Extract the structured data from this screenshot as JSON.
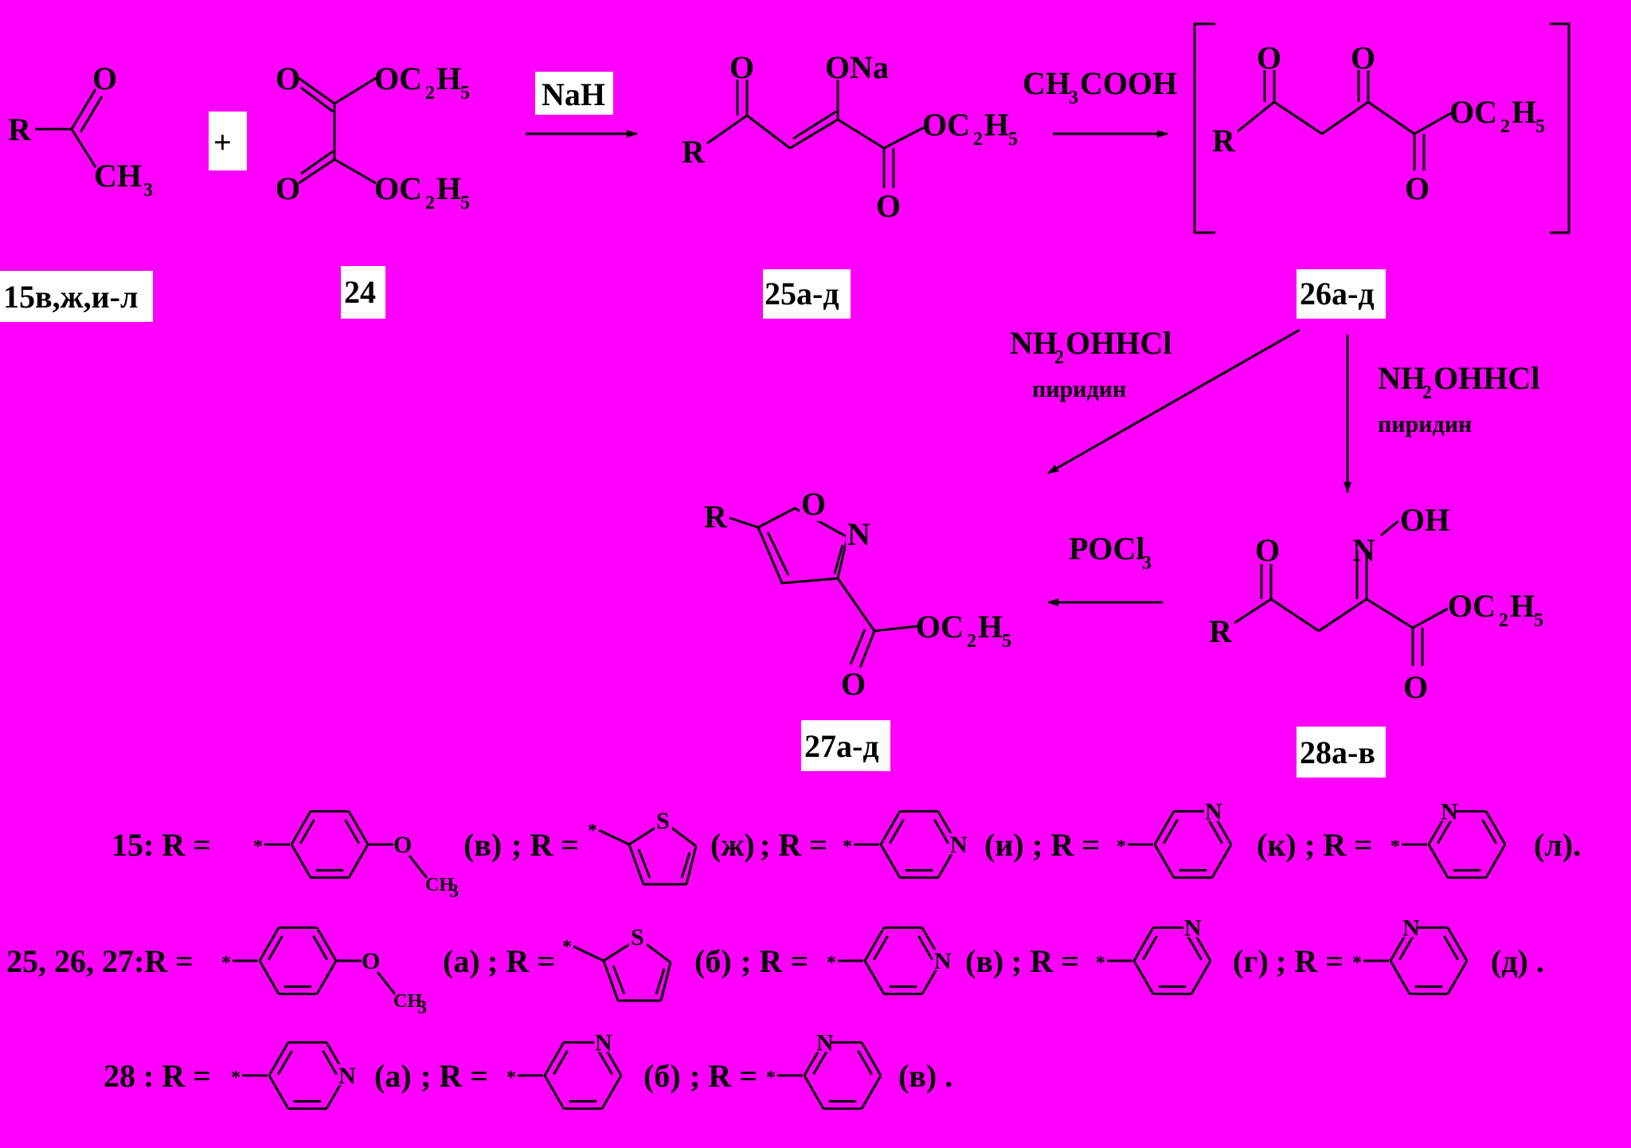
{
  "background_color": "#FF00FF",
  "atoms": {
    "R": "R",
    "O": "O",
    "N": "N",
    "S": "S",
    "CH": "CH",
    "three": "3",
    "OC": "OC",
    "two": "2",
    "H": "H",
    "five": "5",
    "ONa": "ONa",
    "OH": "OH",
    "star": "*"
  },
  "reagents": {
    "plus": "+",
    "nah": "NaH",
    "ch3cooh_a": "CH",
    "ch3cooh_b": "3",
    "ch3cooh_c": "COOH",
    "nh2ohhcl_a": "NH",
    "nh2ohhcl_b": "2",
    "nh2ohhcl_c": "OHHCl",
    "pyridine": "пиридин",
    "pocl3_a": "POCl",
    "pocl3_b": "3"
  },
  "compounds": {
    "c15": "15в,ж,и-л",
    "c24": "24",
    "c25": "25а-д",
    "c26": "26а-д",
    "c27": "27а-д",
    "c28": "28а-в"
  },
  "legend": {
    "row15_prefix": "15: R =",
    "row25_prefix": "25, 26, 27:R =",
    "row28_prefix": "28 : R =",
    "r_eq": "; R =",
    "v": "(в)",
    "zh": "(ж)",
    "i": "(и)",
    "k": "(к)",
    "l": "(л).",
    "a": "(а)",
    "b": "(б)",
    "g": "(г)",
    "d": "(д) .",
    "v_end": "(в) ."
  }
}
